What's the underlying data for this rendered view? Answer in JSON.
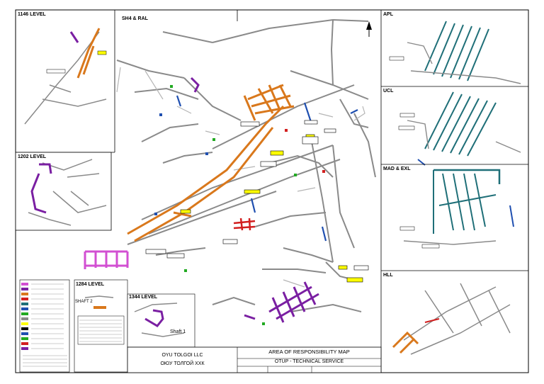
{
  "panels": {
    "p1146": "1146 LEVEL",
    "sh4": "SH4 & RAL",
    "p1202": "1202 LEVEL",
    "p1284": "1284 LEVEL",
    "p1344": "1344 LEVEL",
    "apl": "APL",
    "ucl": "UCL",
    "mad": "MAD & EXL",
    "hll": "HLL"
  },
  "labels": {
    "shaft1": "Shaft 1",
    "shaft2": "SHAFT 2"
  },
  "title_block": {
    "company_en": "OYU TOLGOI LLC",
    "company_mn": "ОЮУ ТОЛГОЙ ХХК",
    "map_title": "AREA OF RESPONSIBILITY MAP",
    "department": "OTUP - TECHNICAL SERVICE"
  },
  "colors": {
    "tunnel_grey": "#8a8a8a",
    "orange_zone": "#d9781c",
    "purple_zone": "#7a1fa2",
    "magenta_zone": "#d24fd2",
    "teal_zone": "#1f6f78",
    "blue_zone": "#1f4fb0",
    "red_zone": "#d21f1f",
    "yellow_tag": "#ffff00"
  },
  "icons": {
    "north_arrow": "north-arrow-icon"
  }
}
